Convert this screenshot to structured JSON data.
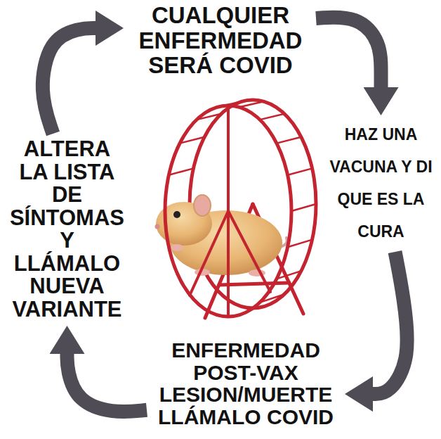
{
  "diagram": {
    "nodes": [
      {
        "text": [
          "CUALQUIER ENFERMEDAD SERÁ COVID"
        ]
      },
      {
        "text": [
          "HAZ UNA VACUNA Y DI QUE ES LA CURA"
        ]
      },
      {
        "text": [
          "ENFERMEDAD POST-VAX LESION/MUERTE LLÁMALO COVID"
        ]
      },
      {
        "text": [
          "ALTERA LA LISTA DE SÍNTOMAS Y LLÁMALO NUEVA VARIANTE"
        ]
      }
    ],
    "edges": [
      {
        "from": 0,
        "to": 1,
        "arrow": "to"
      },
      {
        "from": 1,
        "to": 2,
        "arrow": "to"
      },
      {
        "from": 2,
        "to": 3,
        "arrow": "to"
      },
      {
        "from": 3,
        "to": 0,
        "arrow": "to"
      }
    ]
  }
}
